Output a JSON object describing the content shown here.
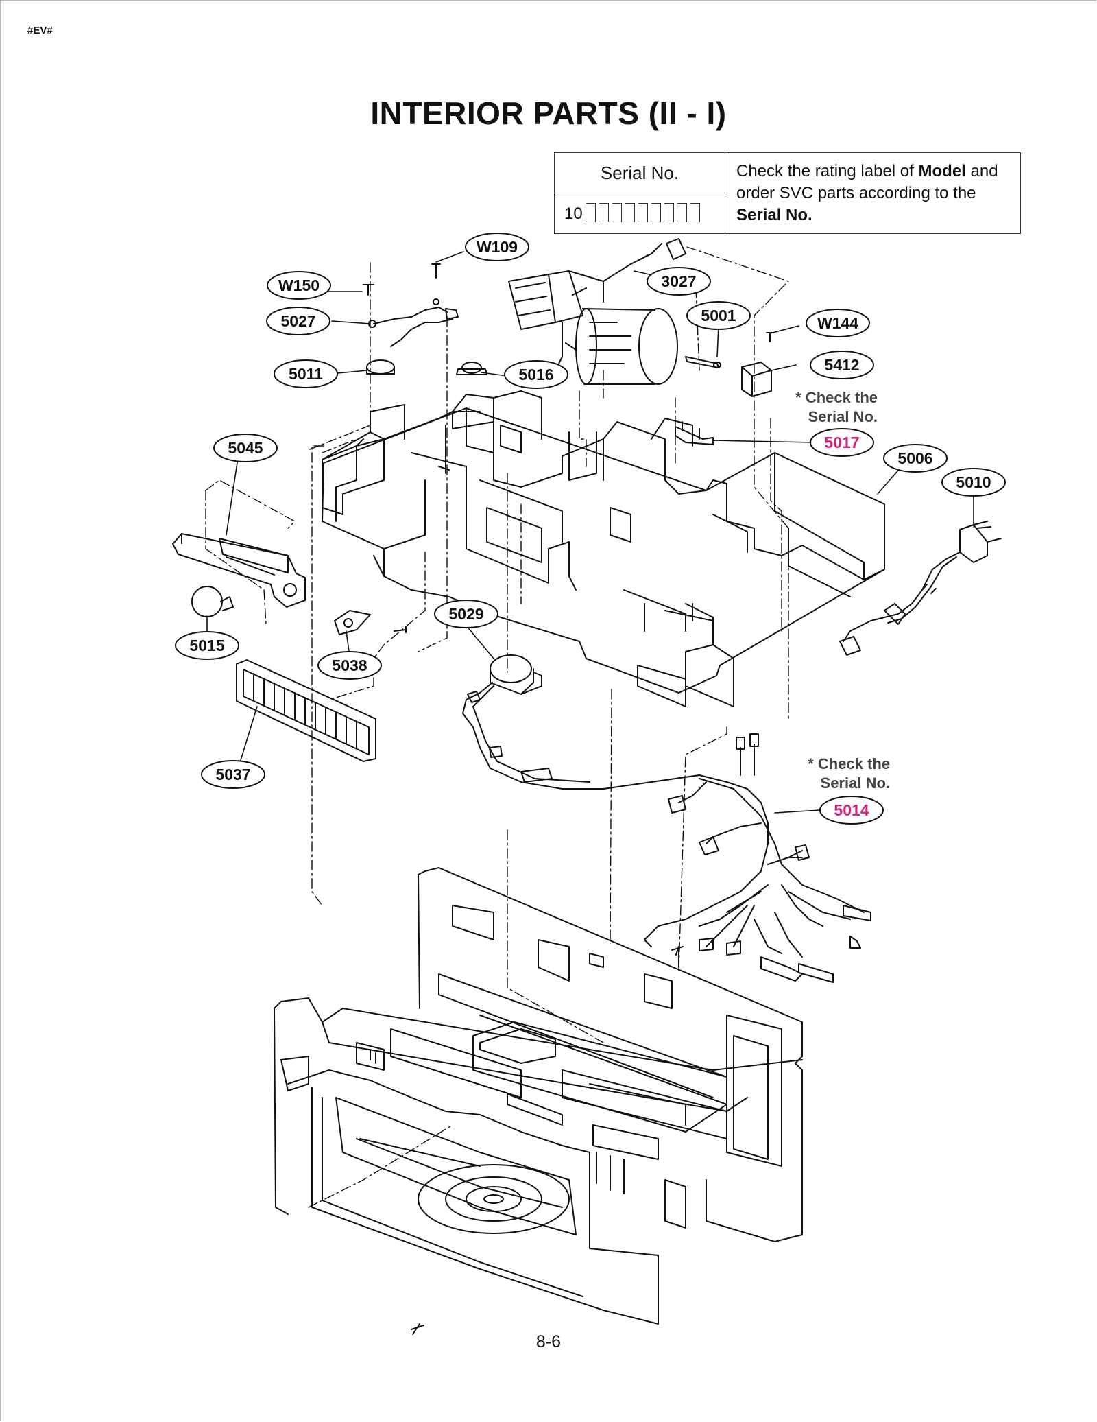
{
  "header": {
    "doc_tag": "#EV#",
    "title": "INTERIOR PARTS (II - I)"
  },
  "serial_table": {
    "header": "Serial No.",
    "value_prefix": "10",
    "value_box_count": 9,
    "note_part1": "Check the rating label of ",
    "note_bold1": "Model",
    "note_part2": " and order SVC parts according to the ",
    "note_bold2": "Serial No."
  },
  "notes": {
    "check_serial_1": "* Check the\nSerial No.",
    "check_serial_2": "* Check the\nSerial No."
  },
  "callouts": {
    "w109": "W109",
    "w150": "W150",
    "c3027": "3027",
    "c5027": "5027",
    "c5001": "5001",
    "w144": "W144",
    "c5011": "5011",
    "c5016": "5016",
    "c5412": "5412",
    "c5017": "5017",
    "c5045": "5045",
    "c5006": "5006",
    "c5010": "5010",
    "c5029": "5029",
    "c5015": "5015",
    "c5038": "5038",
    "c5037": "5037",
    "c5014": "5014"
  },
  "colors": {
    "line": "#111111",
    "highlight": "#d4237a",
    "note": "#444444"
  },
  "footer": {
    "page_number": "8-6"
  }
}
